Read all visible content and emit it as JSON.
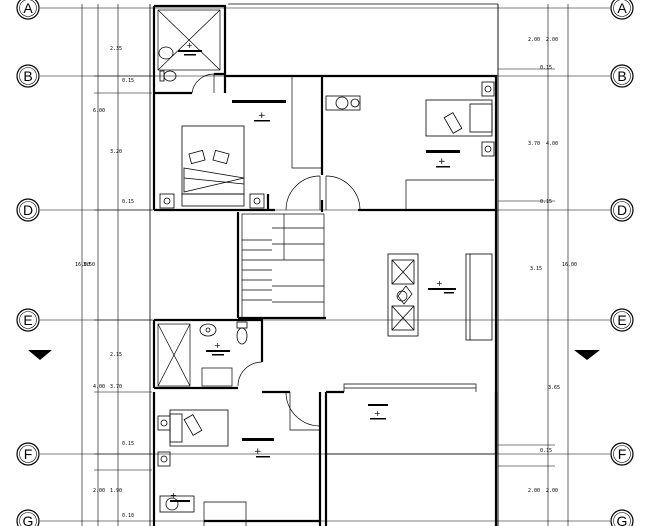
{
  "grid_axes": {
    "rows": [
      {
        "id": "row-a",
        "label": "A"
      },
      {
        "id": "row-b",
        "label": "B"
      },
      {
        "id": "row-d",
        "label": "D"
      },
      {
        "id": "row-e",
        "label": "E"
      },
      {
        "id": "row-f",
        "label": "F"
      },
      {
        "id": "row-g",
        "label": "G"
      }
    ]
  },
  "dimensions": {
    "left_inner": [
      "2.35",
      "0.15",
      "3.20",
      "0.15",
      "2.15",
      "3.70",
      "0.15",
      "1.90",
      "0.10"
    ],
    "left_outer": [
      "6.00",
      "3.50",
      "4.00",
      "2.00"
    ],
    "left_total": "16.00",
    "right_inner": [
      "2.00",
      "0.15",
      "4.00",
      "0.15",
      "3.15",
      "3.65",
      "0.15",
      "2.00"
    ],
    "right_outer": [
      "2.00",
      "3.70",
      "2.00"
    ],
    "right_total": "16.00"
  },
  "colors": {
    "line": "#000000",
    "background": "#ffffff"
  },
  "icons": [
    "section-marker-icon",
    "shower-icon",
    "toilet-icon",
    "sink-icon",
    "bed-icon",
    "desk-icon",
    "sofa-icon",
    "armchair-icon",
    "tv-unit-icon",
    "plant-icon",
    "stair-icon",
    "door-swing-icon"
  ]
}
